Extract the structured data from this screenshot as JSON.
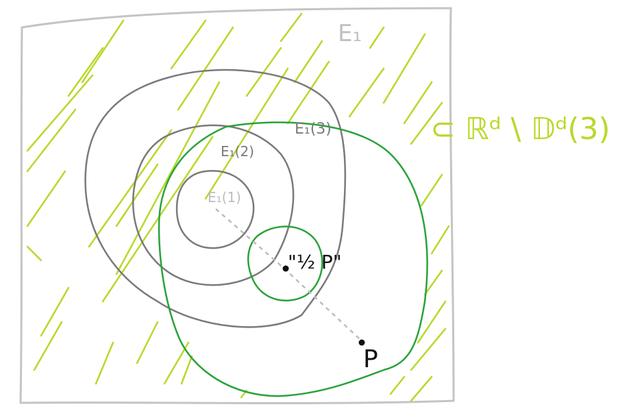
{
  "labels": {
    "region": "E₁",
    "e1_3": "E₁(3)",
    "e1_2": "E₁(2)",
    "e1_1": "E₁(1)",
    "point_p": "P",
    "half_p": "\"½ P\"",
    "complement": "⊂ ℝᵈ \\ 𝔻ᵈ(3)"
  },
  "colors": {
    "frame": "#bdbdbd",
    "gray_rings": "#7a7a7a",
    "green_circle": "#2aa33a",
    "hatch": "#b4d82a",
    "dashed": "#bdbdbd",
    "ink": "#111111",
    "label_gray": "#bbbbbb"
  }
}
